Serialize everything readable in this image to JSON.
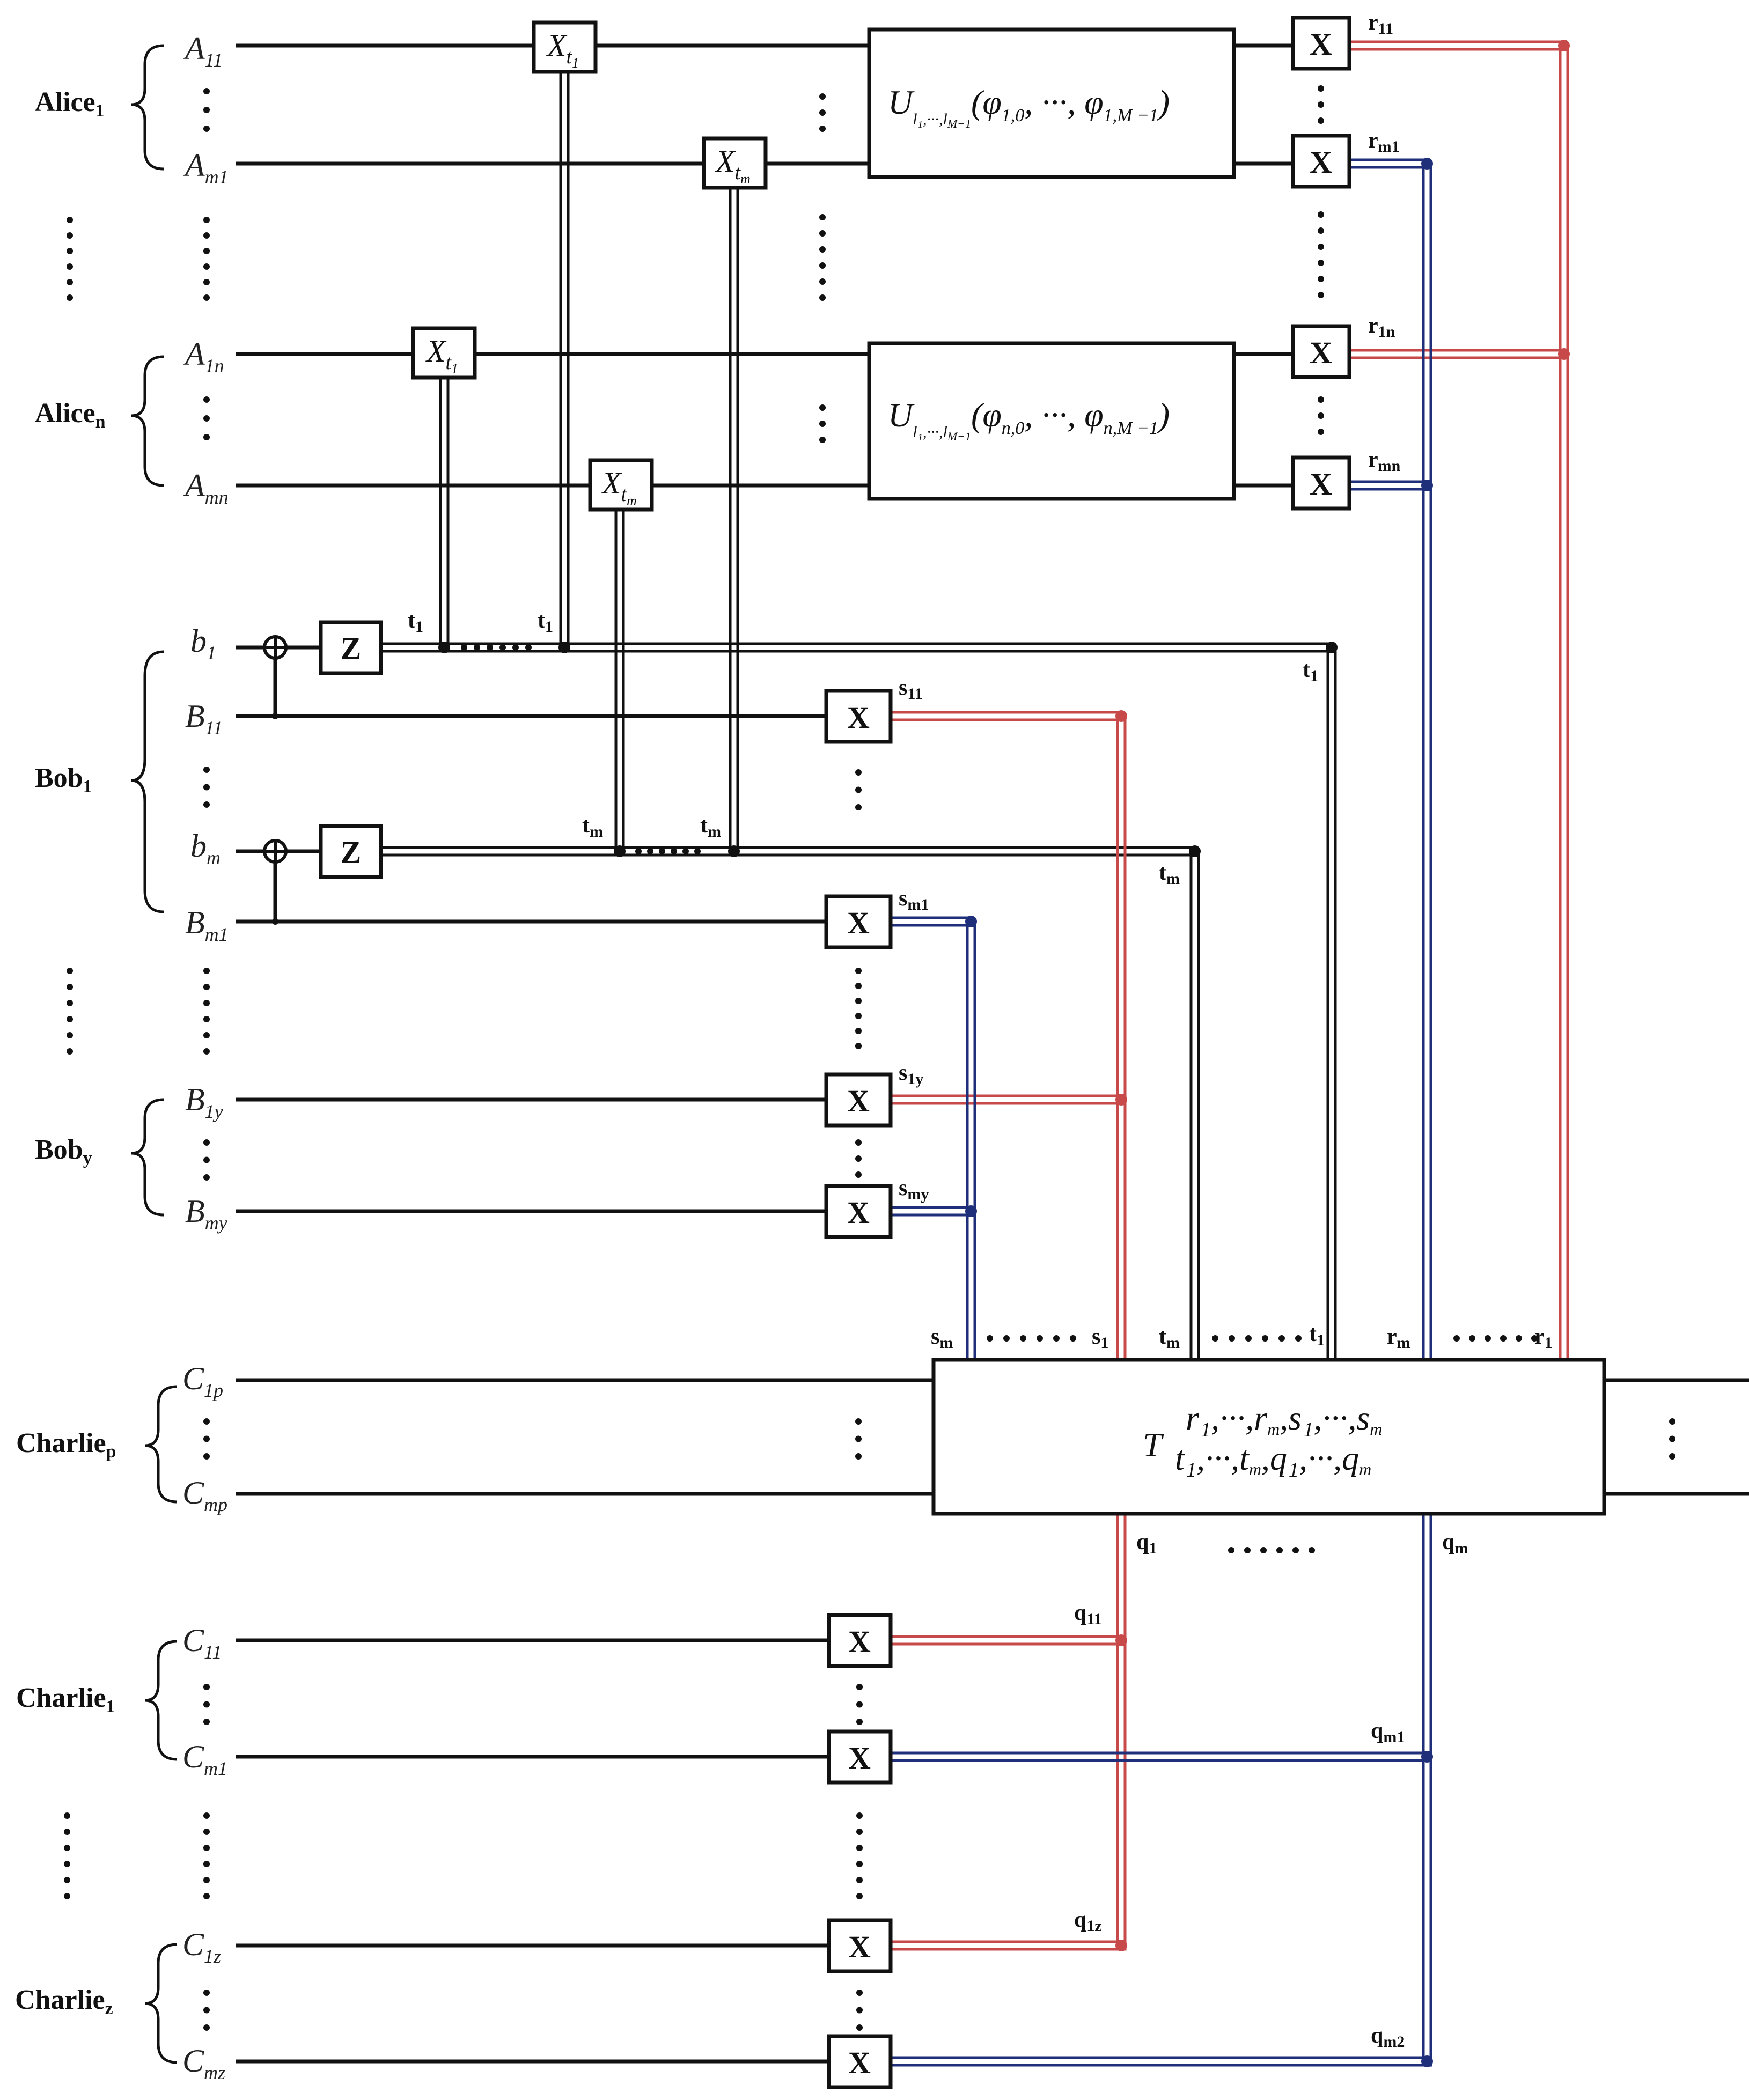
{
  "colors": {
    "wire": "#111111",
    "classical_black": "#111111",
    "classical_red": "#c8494a",
    "classical_blue": "#1f2f7a",
    "background": "#ffffff"
  },
  "parties": {
    "alice1": {
      "name": "Alice",
      "sub": "1"
    },
    "alicen": {
      "name": "Alice",
      "sub": "n"
    },
    "bob1": {
      "name": "Bob",
      "sub": "1"
    },
    "boby": {
      "name": "Bob",
      "sub": "y"
    },
    "charliep": {
      "name": "Charlie",
      "sub": "p"
    },
    "charlie1": {
      "name": "Charlie",
      "sub": "1"
    },
    "charliez": {
      "name": "Charlie",
      "sub": "z"
    }
  },
  "qubits": {
    "A11": {
      "base": "A",
      "sub": "11"
    },
    "Am1": {
      "base": "A",
      "sub": "m1"
    },
    "A1n": {
      "base": "A",
      "sub": "1n"
    },
    "Amn": {
      "base": "A",
      "sub": "mn"
    },
    "b1": {
      "base": "b",
      "sub": "1"
    },
    "B11": {
      "base": "B",
      "sub": "11"
    },
    "bm": {
      "base": "b",
      "sub": "m"
    },
    "Bm1": {
      "base": "B",
      "sub": "m1"
    },
    "B1y": {
      "base": "B",
      "sub": "1y"
    },
    "Bmy": {
      "base": "B",
      "sub": "my"
    },
    "C1p": {
      "base": "C",
      "sub": "1p"
    },
    "Cmp": {
      "base": "C",
      "sub": "mp"
    },
    "C11": {
      "base": "C",
      "sub": "11"
    },
    "Cm1": {
      "base": "C",
      "sub": "m1"
    },
    "C1z": {
      "base": "C",
      "sub": "1z"
    },
    "Cmz": {
      "base": "C",
      "sub": "mz"
    }
  },
  "gates": {
    "x": "X",
    "z": "Z",
    "xt_base": "X",
    "xt1_sub": "t",
    "xt1_subsub": "1",
    "xtm_sub": "t",
    "xtm_subsub": "m"
  },
  "unitary1": {
    "main": "U",
    "sub": "l₁,···,l",
    "subsub": "M−1",
    "args": "(φ",
    "arg1_sub": "1,0",
    "mid": ", ···, φ",
    "arg2_sub": "1,M −1",
    "close": ")"
  },
  "unitaryn": {
    "main": "U",
    "sub": "l₁,···,l",
    "subsub": "M−1",
    "args": "(φ",
    "arg1_sub": "n,0",
    "mid": ", ···, φ",
    "arg2_sub": "n,M −1",
    "close": ")"
  },
  "tensor": {
    "main": "T",
    "sup": "r₁,···,r",
    "sup2": "m",
    "sup3": ",s₁,···,s",
    "sup4": "m",
    "sub": "t₁,···,t",
    "sub2": "m",
    "sub3": ",q₁,···,q",
    "sub4": "m"
  },
  "classical_labels": {
    "r11": {
      "b": "r",
      "s": "11"
    },
    "rm1": {
      "b": "r",
      "s": "m1"
    },
    "r1n": {
      "b": "r",
      "s": "1n"
    },
    "rmn": {
      "b": "r",
      "s": "mn"
    },
    "s11": {
      "b": "s",
      "s": "11"
    },
    "sm1": {
      "b": "s",
      "s": "m1"
    },
    "s1y": {
      "b": "s",
      "s": "1y"
    },
    "smy": {
      "b": "s",
      "s": "my"
    },
    "t1a": {
      "b": "t",
      "s": "1"
    },
    "t1b": {
      "b": "t",
      "s": "1"
    },
    "t1c": {
      "b": "t",
      "s": "1"
    },
    "tma": {
      "b": "t",
      "s": "m"
    },
    "tmb": {
      "b": "t",
      "s": "m"
    },
    "tmc": {
      "b": "t",
      "s": "m"
    },
    "sm": {
      "b": "s",
      "s": "m"
    },
    "s1": {
      "b": "s",
      "s": "1"
    },
    "tm": {
      "b": "t",
      "s": "m"
    },
    "t1": {
      "b": "t",
      "s": "1"
    },
    "rm": {
      "b": "r",
      "s": "m"
    },
    "r1": {
      "b": "r",
      "s": "1"
    },
    "q1": {
      "b": "q",
      "s": "1"
    },
    "qm": {
      "b": "q",
      "s": "m"
    },
    "q11": {
      "b": "q",
      "s": "11"
    },
    "qm1": {
      "b": "q",
      "s": "m1"
    },
    "q1z": {
      "b": "q",
      "s": "1z"
    },
    "qm2": {
      "b": "q",
      "s": "m2"
    }
  }
}
